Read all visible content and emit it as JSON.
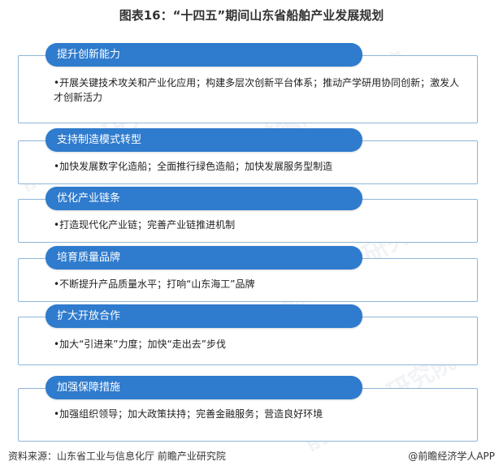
{
  "title": "图表16：“十四五”期间山东省船舶产业发展规划",
  "sections": [
    {
      "heading": "提升创新能力",
      "text": "•开展关键技术攻关和产业化应用；构建多层次创新平台体系；推动产学研用协同创新；激发人才创新活力"
    },
    {
      "heading": "支持制造模式转型",
      "text": "•加快发展数字化造船；全面推行绿色造船；加快发展服务型制造"
    },
    {
      "heading": "优化产业链条",
      "text": "•打造现代化产业链；完善产业链推进机制"
    },
    {
      "heading": "培育质量品牌",
      "text": "•不断提升产品质量水平；打响“山东海工”品牌"
    },
    {
      "heading": "扩大开放合作",
      "text": "•加大“引进来”力度；加快“走出去”步伐"
    },
    {
      "heading": "加强保障措施",
      "text": "•加强组织领导；加大政策扶持；完善金融服务；营造良好环境"
    }
  ],
  "footer": {
    "source": "资料来源：山东省工业与信息化厅 前瞻产业研究院",
    "brand": "@前瞻经济学人APP"
  },
  "watermark": "前瞻产业研究院",
  "colors": {
    "accent": "#2f7bcd",
    "border": "#8fb5d6"
  }
}
